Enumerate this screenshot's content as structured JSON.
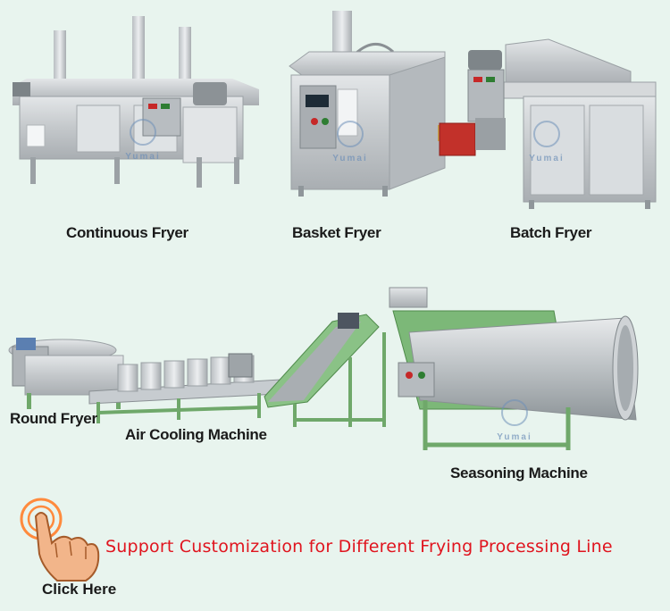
{
  "labels": {
    "continuous_fryer": "Continuous Fryer",
    "basket_fryer": "Basket Fryer",
    "batch_fryer": "Batch Fryer",
    "round_fryer": "Round Fryer",
    "air_cooling_machine": "Air Cooling Machine",
    "seasoning_machine": "Seasoning Machine"
  },
  "tagline": "Support Customization for Different Frying Processing Line",
  "cta": {
    "label": "Click Here"
  },
  "watermark": "Yumai",
  "colors": {
    "background": "#e8f4ee",
    "steel": "#c9ccce",
    "frame_green": "#6fa86a",
    "tagline": "#e0141e",
    "burner_red": "#c2312a",
    "hand": "#f2b58a"
  },
  "icons": [
    "tap-hand-icon"
  ]
}
